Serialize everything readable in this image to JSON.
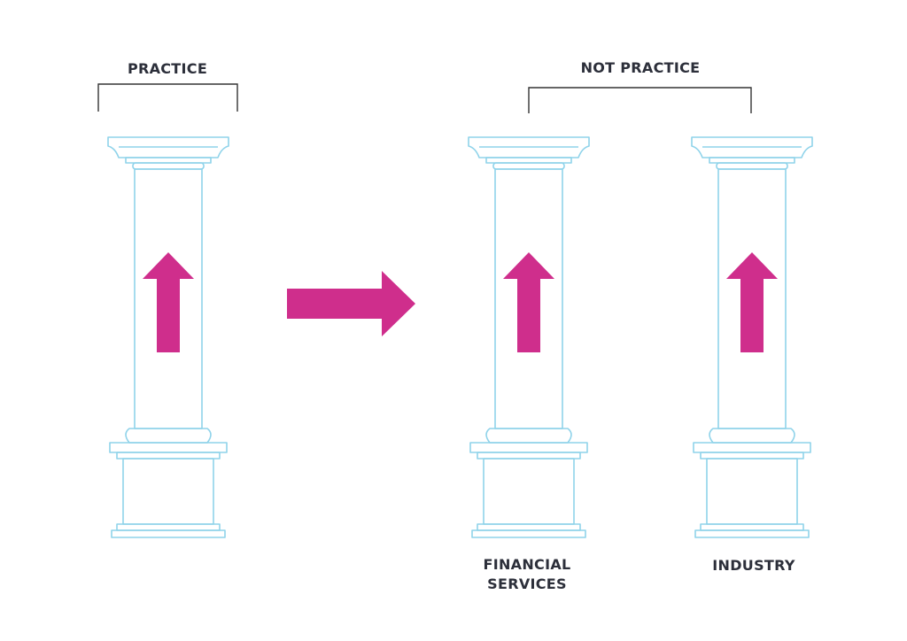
{
  "labels": {
    "practice": "PRACTICE",
    "not_practice": "NOT PRACTICE",
    "financial_line1": "FINANCIAL",
    "financial_line2": "SERVICES",
    "industry": "INDUSTRY"
  },
  "colors": {
    "pillar_stroke": "#8fd3ea",
    "arrow_fill": "#cf2e8c",
    "bracket_stroke": "#333333",
    "label_text": "#2c2f3a",
    "background": "#ffffff"
  },
  "icons": {
    "pillar": "classical-column-icon",
    "up_arrow": "up-arrow-icon",
    "right_arrow": "right-arrow-icon"
  }
}
